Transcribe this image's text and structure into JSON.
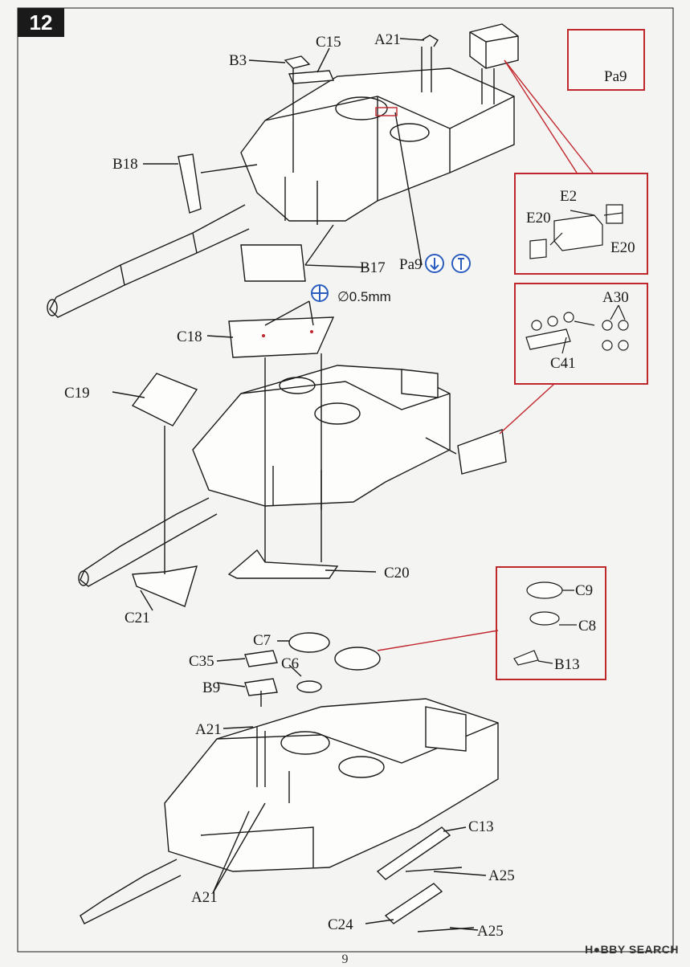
{
  "step": "12",
  "labels": {
    "B3": "B3",
    "C15": "C15",
    "A21_top": "A21",
    "Pa9_box": "Pa9",
    "B18": "B18",
    "E2": "E2",
    "E20_left": "E20",
    "E20_right": "E20",
    "B17": "B17",
    "Pa9_mid": "Pa9",
    "drill_note": "∅0.5mm",
    "C18": "C18",
    "A30": "A30",
    "C41": "C41",
    "C19": "C19",
    "C20": "C20",
    "C21": "C21",
    "C9": "C9",
    "C8": "C8",
    "B13": "B13",
    "C7": "C7",
    "C35": "C35",
    "C6": "C6",
    "B9": "B9",
    "A21_bottom1": "A21",
    "C13": "C13",
    "A25_1": "A25",
    "A21_bottom2": "A21",
    "C24": "C24",
    "A25_2": "A25"
  },
  "page_number": "9",
  "watermark": "H●BBY SEARCH",
  "colors": {
    "callout": "#c0272d",
    "icon": "#2a5dbd",
    "line": "#1a1a1a",
    "part_yellow": "#e9d36a"
  }
}
